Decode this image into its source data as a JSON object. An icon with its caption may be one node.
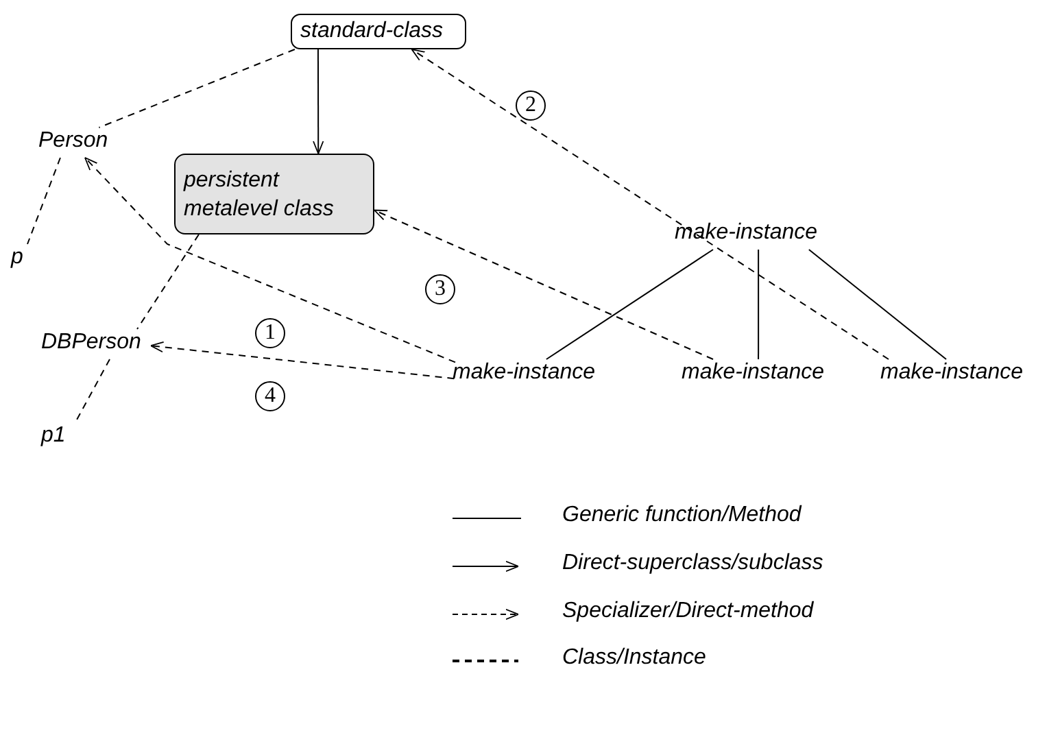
{
  "diagram": {
    "nodes": [
      {
        "text": [
          "standard-class"
        ]
      },
      {
        "text": [
          "Person"
        ]
      },
      {
        "text": [
          "persistent metalevel class"
        ]
      },
      {
        "text": [
          "p"
        ]
      },
      {
        "text": [
          "DBPerson"
        ]
      },
      {
        "text": [
          "make-instance"
        ]
      },
      {
        "text": [
          "make-instance"
        ]
      },
      {
        "text": [
          "make-instance"
        ]
      },
      {
        "text": [
          "make-instance"
        ]
      },
      {
        "text": [
          "p1"
        ]
      }
    ],
    "edges": [
      {
        "from": 0,
        "to": 2,
        "arrow": "to"
      },
      {
        "from": 0,
        "to": 1,
        "arrow": "none",
        "style": "dashed"
      },
      {
        "from": 1,
        "to": 3,
        "arrow": "none",
        "style": "dashed"
      },
      {
        "from": 2,
        "to": 4,
        "arrow": "none",
        "style": "dashed"
      },
      {
        "from": 4,
        "to": 9,
        "arrow": "none",
        "style": "dashed"
      },
      {
        "from": 8,
        "to": 0,
        "arrow": "to",
        "style": "dashed",
        "label": "2"
      },
      {
        "from": 7,
        "to": 2,
        "arrow": "to",
        "style": "dashed",
        "label": "3"
      },
      {
        "from": 6,
        "to": 1,
        "arrow": "to",
        "style": "dashed",
        "label": "1"
      },
      {
        "from": 6,
        "to": 4,
        "arrow": "to",
        "style": "dashed",
        "label": "4"
      },
      {
        "from": 5,
        "to": 6,
        "arrow": "none"
      },
      {
        "from": 5,
        "to": 7,
        "arrow": "none"
      },
      {
        "from": 5,
        "to": 8,
        "arrow": "none"
      }
    ],
    "legend": [
      {
        "text": "Generic function/Method"
      },
      {
        "text": "Direct-superclass/subclass"
      },
      {
        "text": "Specializer/Direct-method"
      },
      {
        "text": "Class/Instance"
      }
    ]
  }
}
